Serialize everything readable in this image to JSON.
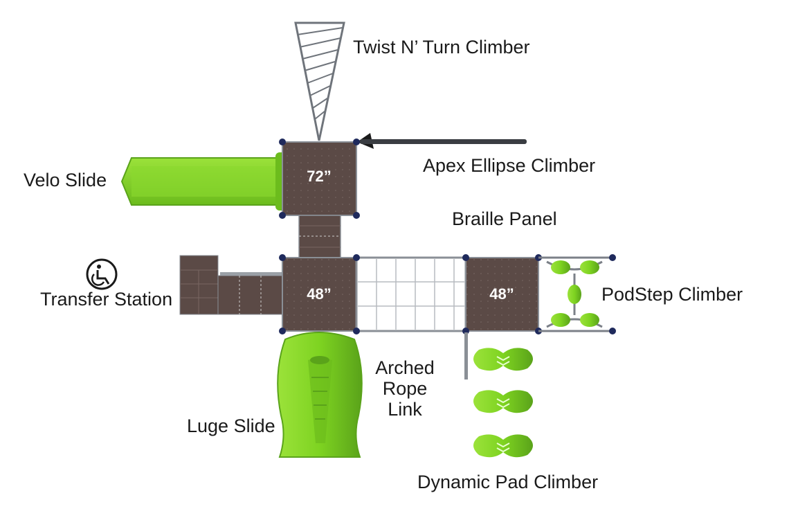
{
  "labels": {
    "twist_climber": "Twist N’ Turn Climber",
    "apex_climber": "Apex Ellipse Climber",
    "velo_slide": "Velo Slide",
    "braille_panel": "Braille Panel",
    "transfer_station": "Transfer Station",
    "podstep_climber": "PodStep Climber",
    "arched_rope_link": [
      "Arched",
      "Rope",
      "Link"
    ],
    "luge_slide": "Luge Slide",
    "dynamic_pad_climber": "Dynamic Pad Climber"
  },
  "decks": {
    "top_height": "72”",
    "middle_height": "48”",
    "right_height": "48”"
  },
  "icons": {
    "accessibility": "wheelchair-icon"
  },
  "colors": {
    "deck": "#5b4a46",
    "slide_green": "#7ed321",
    "slide_dark": "#5aa31a",
    "post": "#1f2a5c",
    "frame": "#7b8088",
    "label_text": "#1a1a1a"
  }
}
